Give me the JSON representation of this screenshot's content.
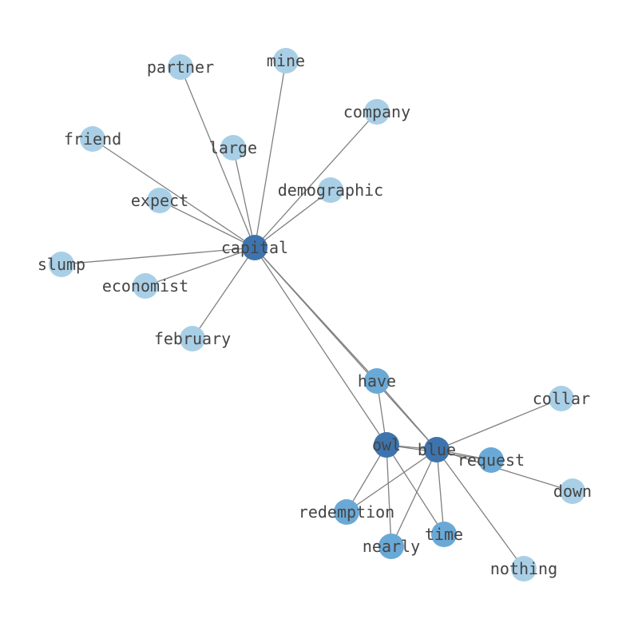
{
  "graph": {
    "colors": {
      "edge": "#808080",
      "label": "#444444",
      "level_dark": "#3e74ad",
      "level_mid": "#6aa9d6",
      "level_light": "#a9cfe6"
    },
    "nodes": [
      {
        "id": "capital",
        "label": "capital",
        "level": "dark"
      },
      {
        "id": "blue",
        "label": "blue",
        "level": "dark"
      },
      {
        "id": "owl",
        "label": "owl",
        "level": "dark"
      },
      {
        "id": "have",
        "label": "have",
        "level": "mid"
      },
      {
        "id": "request",
        "label": "request",
        "level": "mid"
      },
      {
        "id": "redemption",
        "label": "redemption",
        "level": "mid"
      },
      {
        "id": "nearly",
        "label": "nearly",
        "level": "mid"
      },
      {
        "id": "time",
        "label": "time",
        "level": "mid"
      },
      {
        "id": "partner",
        "label": "partner",
        "level": "light"
      },
      {
        "id": "mine",
        "label": "mine",
        "level": "light"
      },
      {
        "id": "company",
        "label": "company",
        "level": "light"
      },
      {
        "id": "friend",
        "label": "friend",
        "level": "light"
      },
      {
        "id": "large",
        "label": "large",
        "level": "light"
      },
      {
        "id": "demographic",
        "label": "demographic",
        "level": "light"
      },
      {
        "id": "expect",
        "label": "expect",
        "level": "light"
      },
      {
        "id": "slump",
        "label": "slump",
        "level": "light"
      },
      {
        "id": "economist",
        "label": "economist",
        "level": "light"
      },
      {
        "id": "february",
        "label": "february",
        "level": "light"
      },
      {
        "id": "collar",
        "label": "collar",
        "level": "light"
      },
      {
        "id": "down",
        "label": "down",
        "level": "light"
      },
      {
        "id": "nothing",
        "label": "nothing",
        "level": "light"
      }
    ],
    "edges": [
      [
        "capital",
        "partner"
      ],
      [
        "capital",
        "mine"
      ],
      [
        "capital",
        "company"
      ],
      [
        "capital",
        "friend"
      ],
      [
        "capital",
        "large"
      ],
      [
        "capital",
        "demographic"
      ],
      [
        "capital",
        "expect"
      ],
      [
        "capital",
        "slump"
      ],
      [
        "capital",
        "economist"
      ],
      [
        "capital",
        "february"
      ],
      [
        "capital",
        "have"
      ],
      [
        "capital",
        "blue"
      ],
      [
        "capital",
        "owl"
      ],
      [
        "have",
        "blue"
      ],
      [
        "have",
        "owl"
      ],
      [
        "owl",
        "blue"
      ],
      [
        "owl",
        "request"
      ],
      [
        "owl",
        "redemption"
      ],
      [
        "owl",
        "nearly"
      ],
      [
        "owl",
        "time"
      ],
      [
        "blue",
        "request"
      ],
      [
        "blue",
        "collar"
      ],
      [
        "blue",
        "down"
      ],
      [
        "blue",
        "nothing"
      ],
      [
        "blue",
        "redemption"
      ],
      [
        "blue",
        "nearly"
      ],
      [
        "blue",
        "time"
      ]
    ]
  }
}
